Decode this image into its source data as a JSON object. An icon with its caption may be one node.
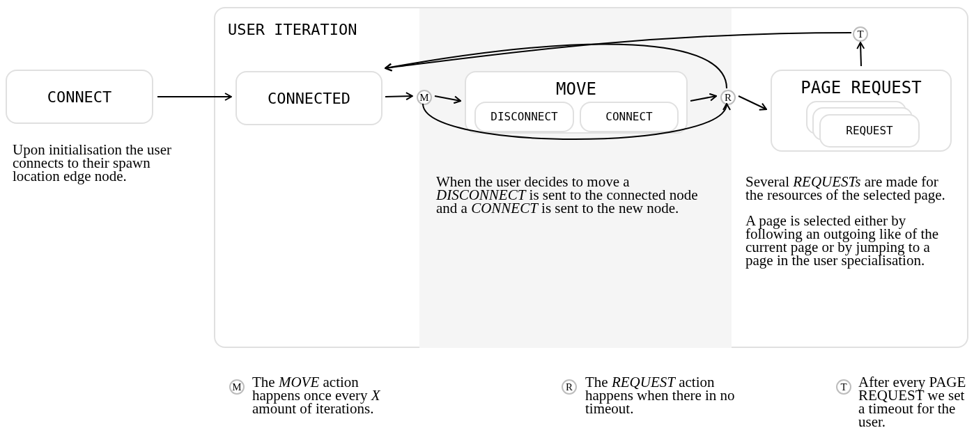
{
  "diagram": {
    "nodes": [
      {
        "text": [
          "CONNECT"
        ],
        "beside": [
          "Upon initialisation the user connects to their spawn location edge node."
        ]
      },
      {
        "text": [
          "USER ITERATION"
        ]
      },
      {
        "text": [
          "CONNECTED"
        ],
        "in": 1
      },
      {
        "text": [
          "M"
        ],
        "in": 1
      },
      {
        "text": [
          "MOVE"
        ],
        "in": 1,
        "beside": [
          "When the user decides to move a *DISCONNECT* is sent to the connected node and a *CONNECT* is sent to the new node."
        ]
      },
      {
        "text": [
          "DISCONNECT"
        ],
        "in": 4
      },
      {
        "text": [
          "CONNECT"
        ],
        "in": 4
      },
      {
        "text": [
          "R"
        ],
        "in": 1
      },
      {
        "text": [
          "PAGE REQUEST"
        ],
        "in": 1,
        "beside": [
          "Several *REQUESTs* are made for the resources of the selected page.",
          "A page is selected either by following an outgoing like of the current page or by jumping to a page in the user specialisation."
        ]
      },
      {
        "text": [
          "REQUEST"
        ],
        "in": 8
      },
      {
        "text": [
          "T"
        ],
        "in": 1
      },
      {
        "text": [
          "M"
        ],
        "beside": [
          "The *MOVE* action happens once every *X* amount of iterations."
        ]
      },
      {
        "text": [
          "R"
        ],
        "beside": [
          "The *REQUEST* action happens when there in no timeout."
        ]
      },
      {
        "text": [
          "T"
        ],
        "beside": [
          "After every PAGE REQUEST we set a timeout for the user."
        ]
      }
    ],
    "edges": [
      {
        "from": 0,
        "to": 2,
        "arrow": "to"
      },
      {
        "from": 2,
        "to": 3,
        "arrow": "to"
      },
      {
        "from": 3,
        "to": 4,
        "arrow": "to"
      },
      {
        "from": 4,
        "to": 7,
        "arrow": "to"
      },
      {
        "from": 3,
        "to": 7,
        "arrow": "to"
      },
      {
        "from": 7,
        "to": 8,
        "arrow": "to"
      },
      {
        "from": 7,
        "to": 2,
        "arrow": "to"
      },
      {
        "from": 8,
        "to": 10,
        "arrow": "to"
      },
      {
        "from": 10,
        "to": 2,
        "arrow": "to"
      }
    ]
  }
}
